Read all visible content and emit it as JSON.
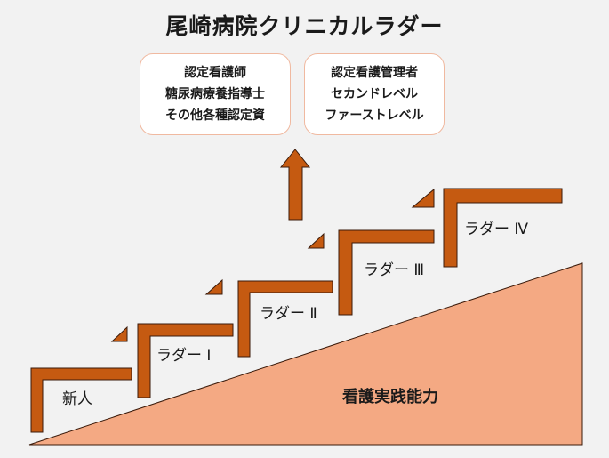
{
  "title": "尾崎病院クリニカルラダー",
  "box_left": {
    "lines": [
      "認定看護師",
      "糖尿病療養指導士",
      "その他各種認定資"
    ]
  },
  "box_right": {
    "lines": [
      "認定看護管理者",
      "セカンドレベル",
      "ファーストレベル"
    ]
  },
  "steps": [
    {
      "label": "新人"
    },
    {
      "label": "ラダー Ⅰ"
    },
    {
      "label": "ラダー Ⅱ"
    },
    {
      "label": "ラダー Ⅲ"
    },
    {
      "label": "ラダー Ⅳ"
    }
  ],
  "triangle_label": "看護実践能力",
  "colors": {
    "step": "#c55a11",
    "step_border": "#3a1a0a",
    "triangle": "#f4a983",
    "box_border": "#f0b9a0"
  }
}
